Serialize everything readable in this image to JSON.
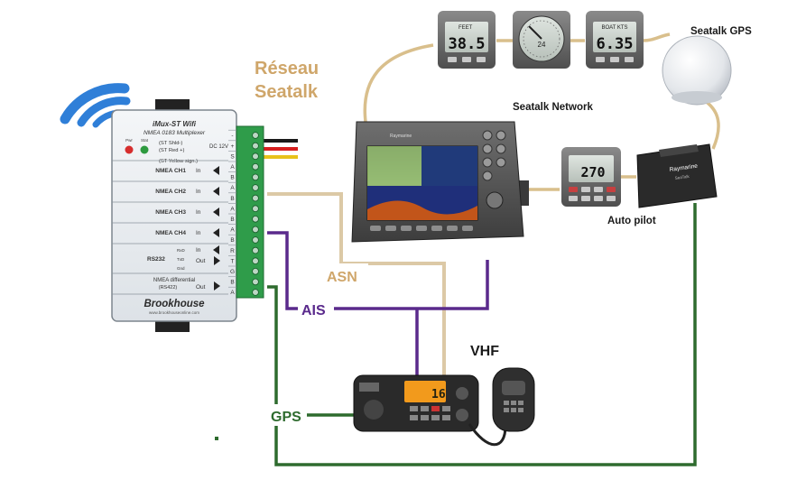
{
  "labels": {
    "reseau": [
      "Réseau",
      "Seatalk"
    ],
    "seatalk_network": "Seatalk Network",
    "seatalk_gps": "Seatalk GPS",
    "auto_pilot": "Auto pilot",
    "asn": "ASN",
    "ais": "AIS",
    "vhf": "VHF",
    "gps": "GPS"
  },
  "instruments": {
    "depth": {
      "unit": "FEET",
      "value": "38.5"
    },
    "wind": {
      "value": "24"
    },
    "speed": {
      "unit": "BOAT KTS",
      "value": "6.35"
    },
    "autopilot": {
      "value": "270"
    },
    "vhf_radio": {
      "channel": "16"
    }
  },
  "multiplexer": {
    "title": "iMux-ST Wifi",
    "subtitle": "NMEA 0183 Multiplexer",
    "led_pwr": "Pwr",
    "led_stat": "Stat",
    "seatalk_lines": [
      "(ST Shld-)",
      "(ST Red +)",
      "(ST Yellow sign.)"
    ],
    "dc": "DC 12V",
    "channels": [
      {
        "label": "NMEA  CH1",
        "dir": "In"
      },
      {
        "label": "NMEA  CH2",
        "dir": "In"
      },
      {
        "label": "NMEA  CH3",
        "dir": "In"
      },
      {
        "label": "NMEA  CH4",
        "dir": "In"
      }
    ],
    "rs232": {
      "label": "RS232",
      "rxd": "RxD",
      "txd": "TxD",
      "gnd": "Gnd",
      "in": "In",
      "out": "Out"
    },
    "differential": {
      "line1": "NMEA differential",
      "line2": "(RS422)",
      "out": "Out"
    },
    "brand": "Brookhouse",
    "url": "www.brookhouseonline.com",
    "terminals": [
      "-",
      "+",
      "S",
      "A",
      "B",
      "A",
      "B",
      "A",
      "B",
      "A",
      "B",
      "R",
      "T",
      "G",
      "B",
      "A"
    ]
  },
  "devices": {
    "chartplotter_brand": "Raymarine",
    "pilot_box_brand": "Raymarine",
    "pilot_box_model": "SeaTalk"
  },
  "colors": {
    "seatalk_wire": "#d9bf8c",
    "asn_wire": "#dcc9a6",
    "ais_wire": "#5a2a8c",
    "gps_wire": "#2e6b2e",
    "label_tan": "#cfa66a",
    "wifi_blue": "#2f7fd8"
  }
}
